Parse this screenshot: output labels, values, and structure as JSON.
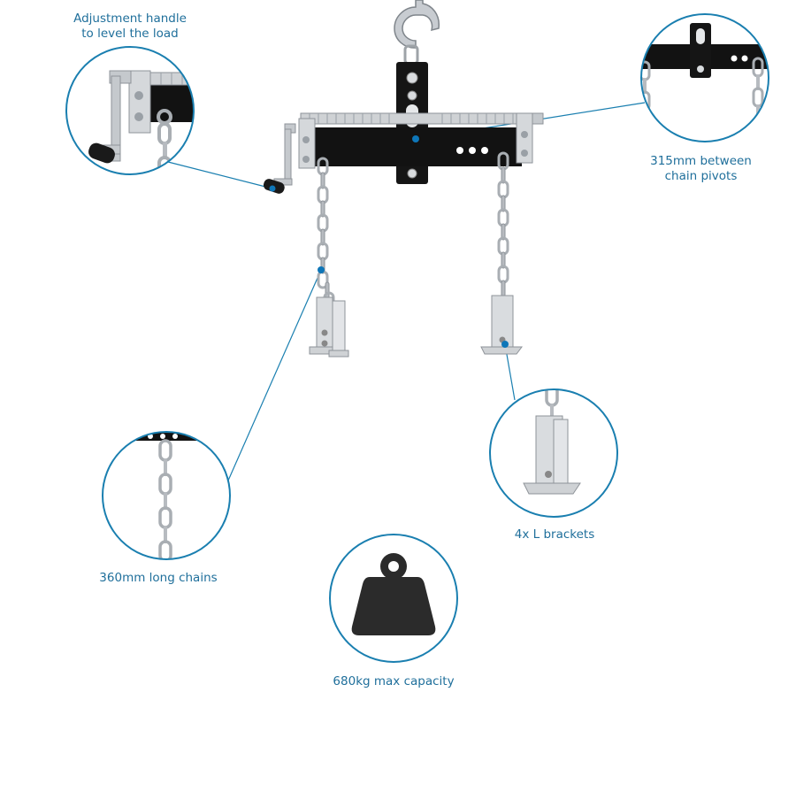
{
  "colors": {
    "accent": "#1f6f9b",
    "circle_stroke": "#1a7fb0",
    "marker": "#0e76b8",
    "beam": "#111111",
    "metal": "#c9ccd0",
    "metal_dark": "#8e9399",
    "weight": "#2b2b2b"
  },
  "callouts": {
    "handle": {
      "line1": "Adjustment handle",
      "line2": "to level the load",
      "icon": "crank-handle-icon"
    },
    "pivots": {
      "line1": "315mm between",
      "line2": "chain pivots",
      "icon": "pivot-mount-icon"
    },
    "chains": {
      "line1": "360mm long chains",
      "icon": "chain-icon"
    },
    "brackets": {
      "line1": "4x L brackets",
      "icon": "l-bracket-icon"
    },
    "capacity": {
      "line1": "680kg max capacity",
      "icon": "weight-icon"
    }
  }
}
